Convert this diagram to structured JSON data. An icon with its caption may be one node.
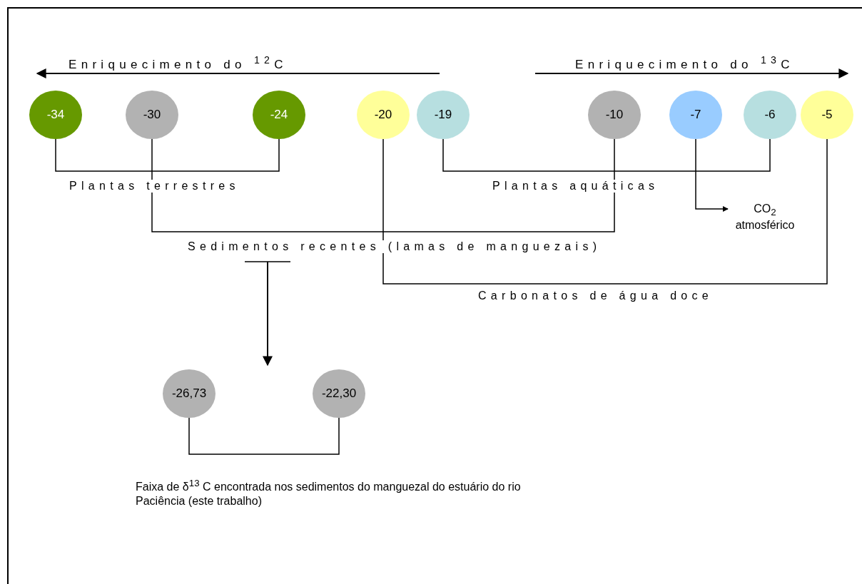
{
  "diagram": {
    "nodes": [
      {
        "text": [
          "-34"
        ]
      },
      {
        "text": [
          "-30"
        ]
      },
      {
        "text": [
          "-24"
        ]
      },
      {
        "text": [
          "-20"
        ]
      },
      {
        "text": [
          "-19"
        ]
      },
      {
        "text": [
          "-10"
        ]
      },
      {
        "text": [
          "-7"
        ]
      },
      {
        "text": [
          "-6"
        ]
      },
      {
        "text": [
          "-5"
        ]
      },
      {
        "text": [
          "-26,73"
        ]
      },
      {
        "text": [
          "-22,30"
        ]
      },
      {
        "text": [
          "CO$_{2}$ atmosférico"
        ]
      }
    ],
    "edges": [
      {
        "from": 0,
        "to": 2,
        "arrow": "none",
        "label": "Plantas terrestres"
      },
      {
        "from": 4,
        "to": 7,
        "arrow": "none",
        "label": "Plantas aquáticas"
      },
      {
        "from": 1,
        "to": 5,
        "arrow": "none",
        "label": "Sedimentos recentes (lamas de manguezais)"
      },
      {
        "from": 3,
        "to": 8,
        "arrow": "none",
        "label": "Carbonatos de água doce"
      },
      {
        "from": 6,
        "to": 11,
        "arrow": "to"
      },
      {
        "from": 9,
        "to": 10,
        "arrow": "none",
        "label": "Faixa de δ$^{13}$ C encontrada nos sedimentos do manguezal do estuário do rio Paciência (este trabalho)"
      }
    ],
    "labels": [
      "Enriquecimento do $^{12}$C",
      "Enriquecimento do $^{13}$C"
    ]
  }
}
